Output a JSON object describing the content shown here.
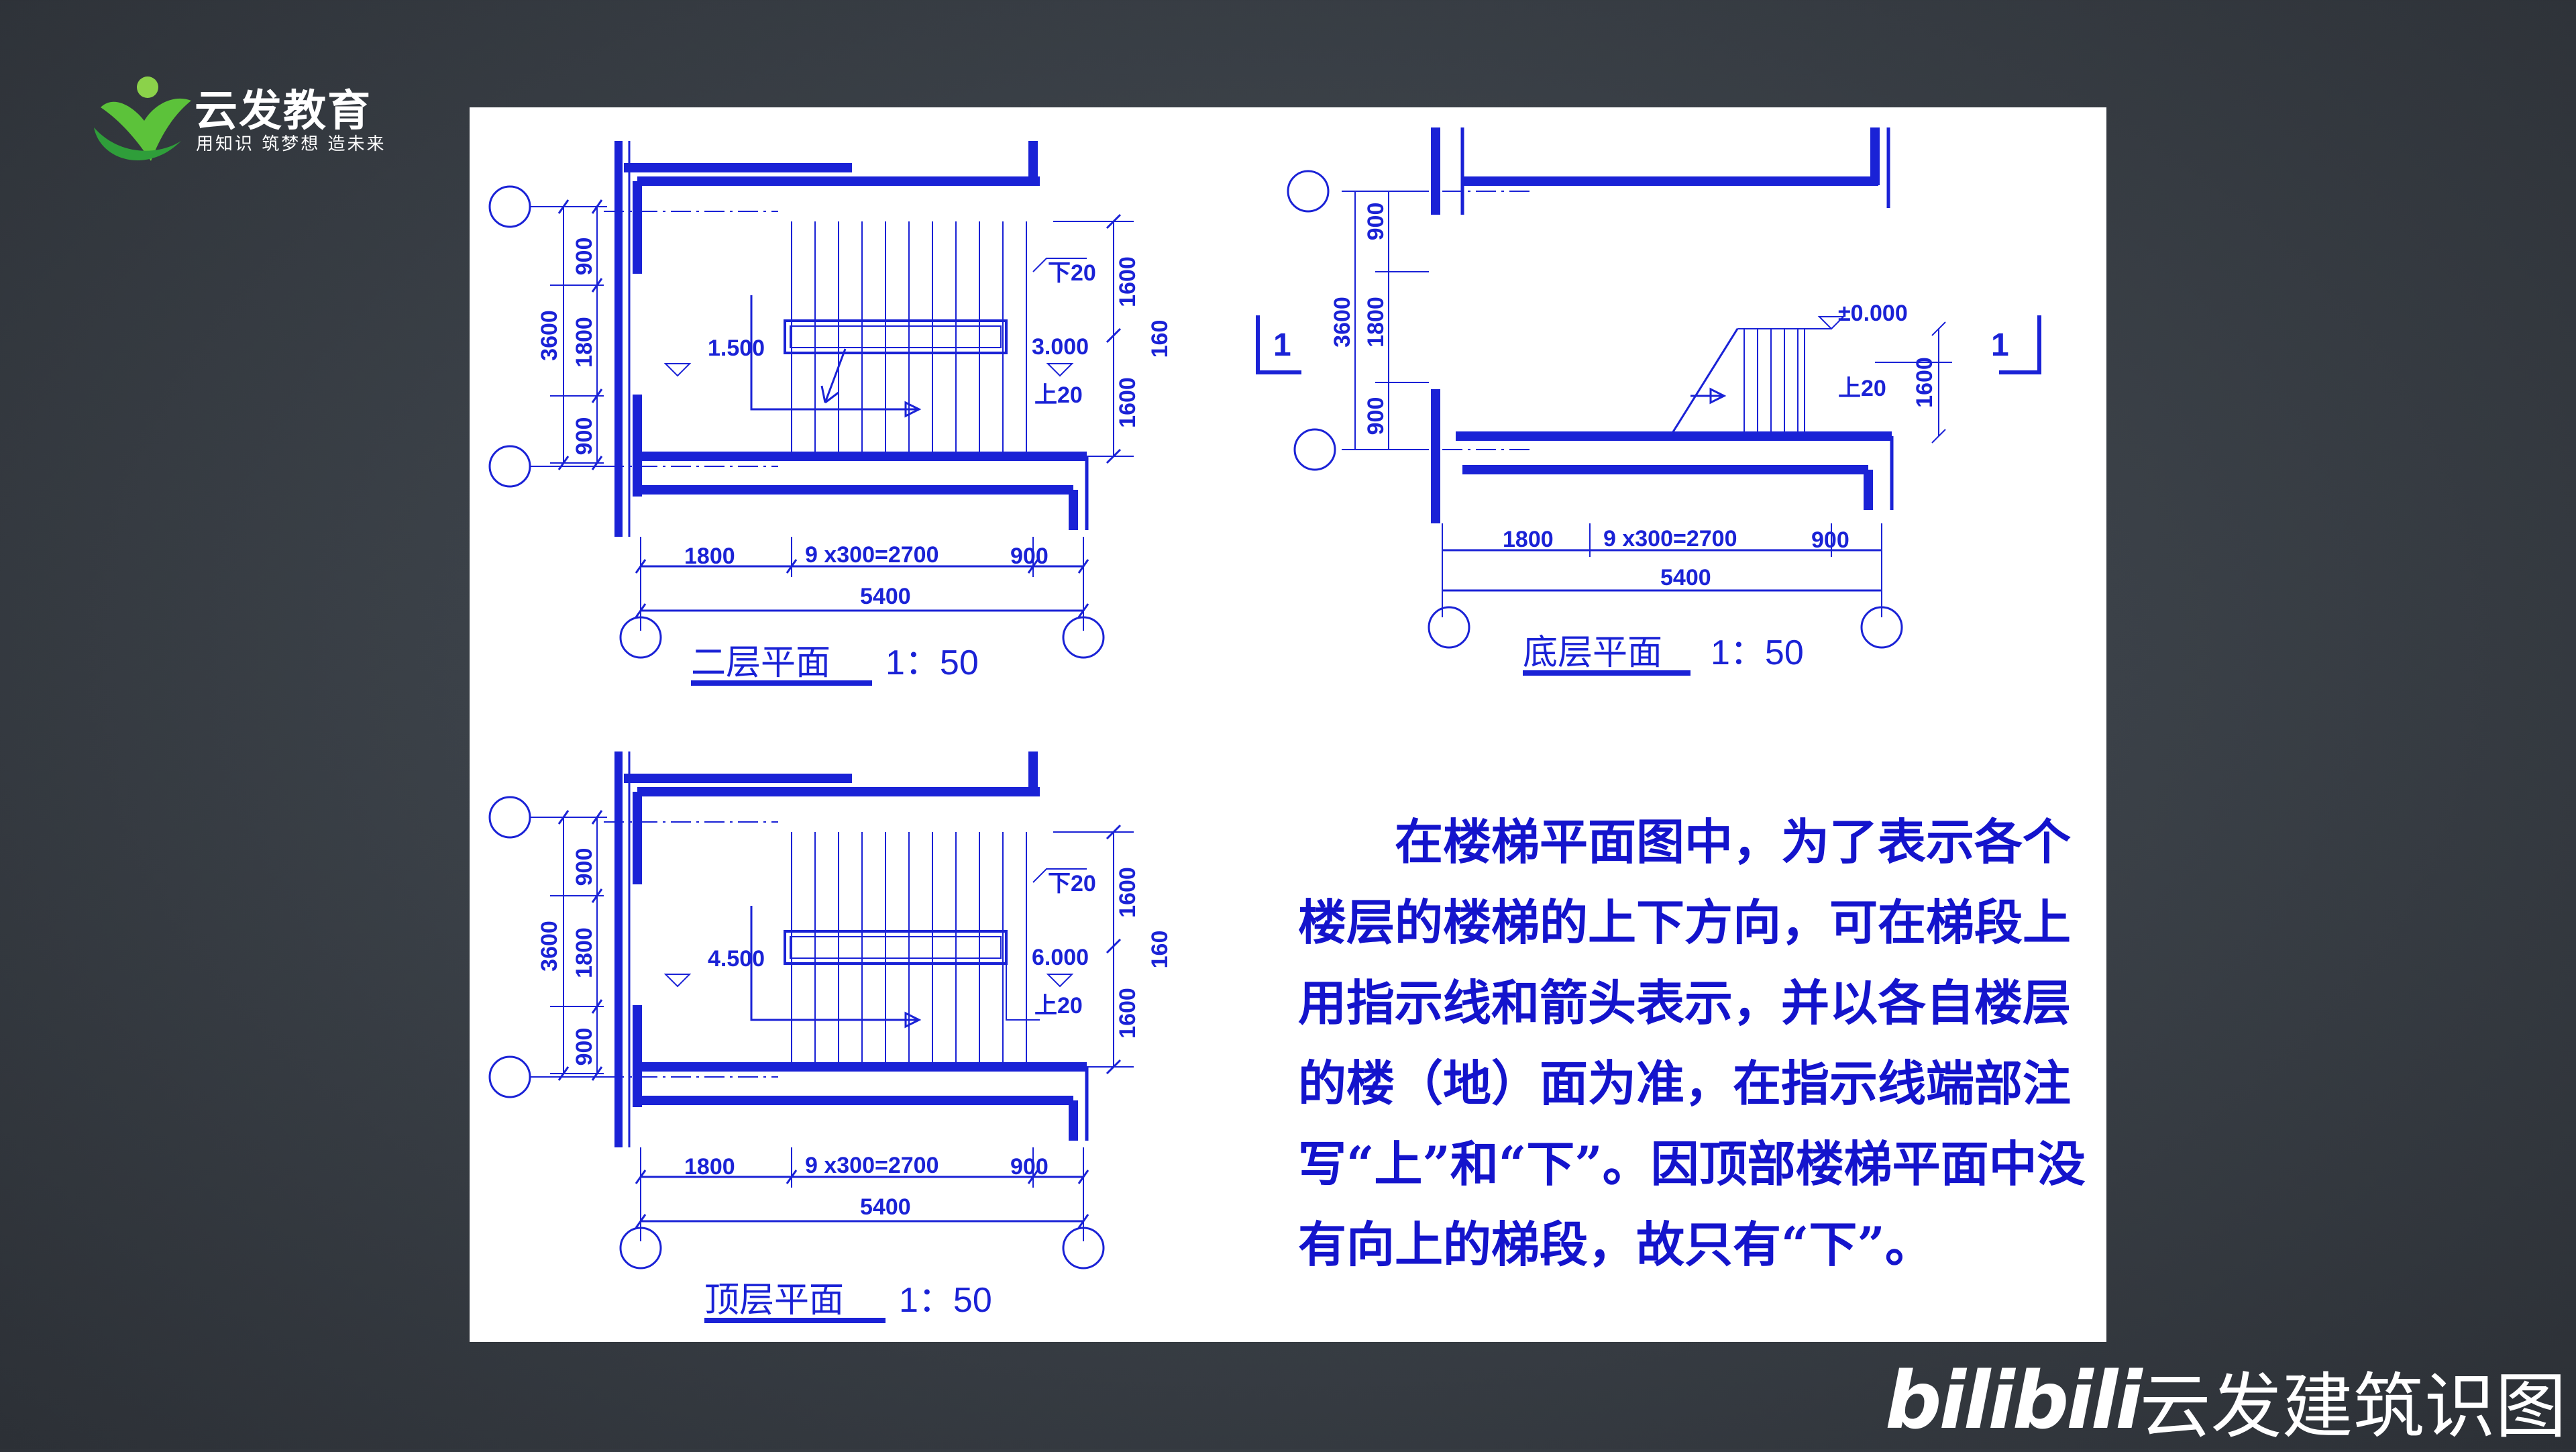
{
  "logo": {
    "name": "云发教育",
    "slogan": "用知识 筑梦想 造未来"
  },
  "watermark": {
    "brand": "bilibili",
    "channel": "云发建筑识图"
  },
  "colors": {
    "drawing": "#1a22d6",
    "text": "#1414cc",
    "background": "#3b4148"
  },
  "plans": {
    "second": {
      "title": "二层平面",
      "scale": "1：50",
      "dims": {
        "top": "900",
        "mid": "1800",
        "bottom": "900",
        "total": "3600",
        "s1": "1800",
        "s2": "9 x300=2700",
        "s3": "900",
        "total_w": "5400",
        "right_top": "1600",
        "right_bottom": "1600",
        "right_total": "160"
      },
      "level_left": "1.500",
      "level_right": "3.000",
      "down": "下20",
      "up": "上20"
    },
    "ground": {
      "title": "底层平面",
      "scale": "1：50",
      "dims": {
        "top": "900",
        "mid": "1800",
        "bottom": "900",
        "total": "3600",
        "s1": "1800",
        "s2": "9 x300=2700",
        "s3": "900",
        "total_w": "5400",
        "right": "1600"
      },
      "level": "±0.000",
      "up": "上20",
      "section_mark": "1"
    },
    "top": {
      "title": "顶层平面",
      "scale": "1：50",
      "dims": {
        "top": "900",
        "mid": "1800",
        "bottom": "900",
        "total": "3600",
        "s1": "1800",
        "s2": "9 x300=2700",
        "s3": "900",
        "total_w": "5400",
        "right_top": "1600",
        "right_bottom": "1600",
        "right_total": "160"
      },
      "level_left": "4.500",
      "level_right": "6.000",
      "down": "下20",
      "up": "上20"
    }
  },
  "description": "在楼梯平面图中，为了表示各个楼层的楼梯的上下方向，可在梯段上用指示线和箭头表示，并以各自楼层的楼（地）面为准，在指示线端部注写“上”和“下”。因顶部楼梯平面中没有向上的梯段，故只有“下”。"
}
